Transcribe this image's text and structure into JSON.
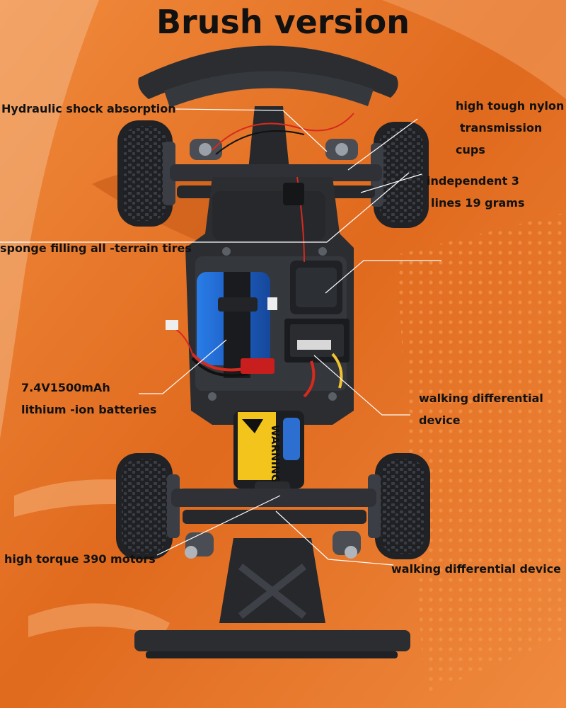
{
  "title": "Brush version",
  "labels": {
    "hydraulic": "Hydraulic shock absorption",
    "nylon_1": "high tough nylon",
    "nylon_2": "transmission",
    "nylon_3": "cups",
    "servo_1": "independent 3",
    "servo_2": "lines 19 grams",
    "tires": "sponge filling all -terrain tires",
    "battery_1": "7.4V1500mAh",
    "battery_2": "lithium -ion batteries",
    "diff_front_1": "walking differential",
    "diff_front_2": "device",
    "motor": "high torque 390 motors",
    "diff_rear": "walking differential device",
    "warning_sticker": "WARNING"
  },
  "colors": {
    "background": "#e8762a",
    "chassis": "#2b2d31",
    "battery": "#1d63c9",
    "tire": "#202226",
    "text": "#111111",
    "leader_line": "#ffffff"
  }
}
